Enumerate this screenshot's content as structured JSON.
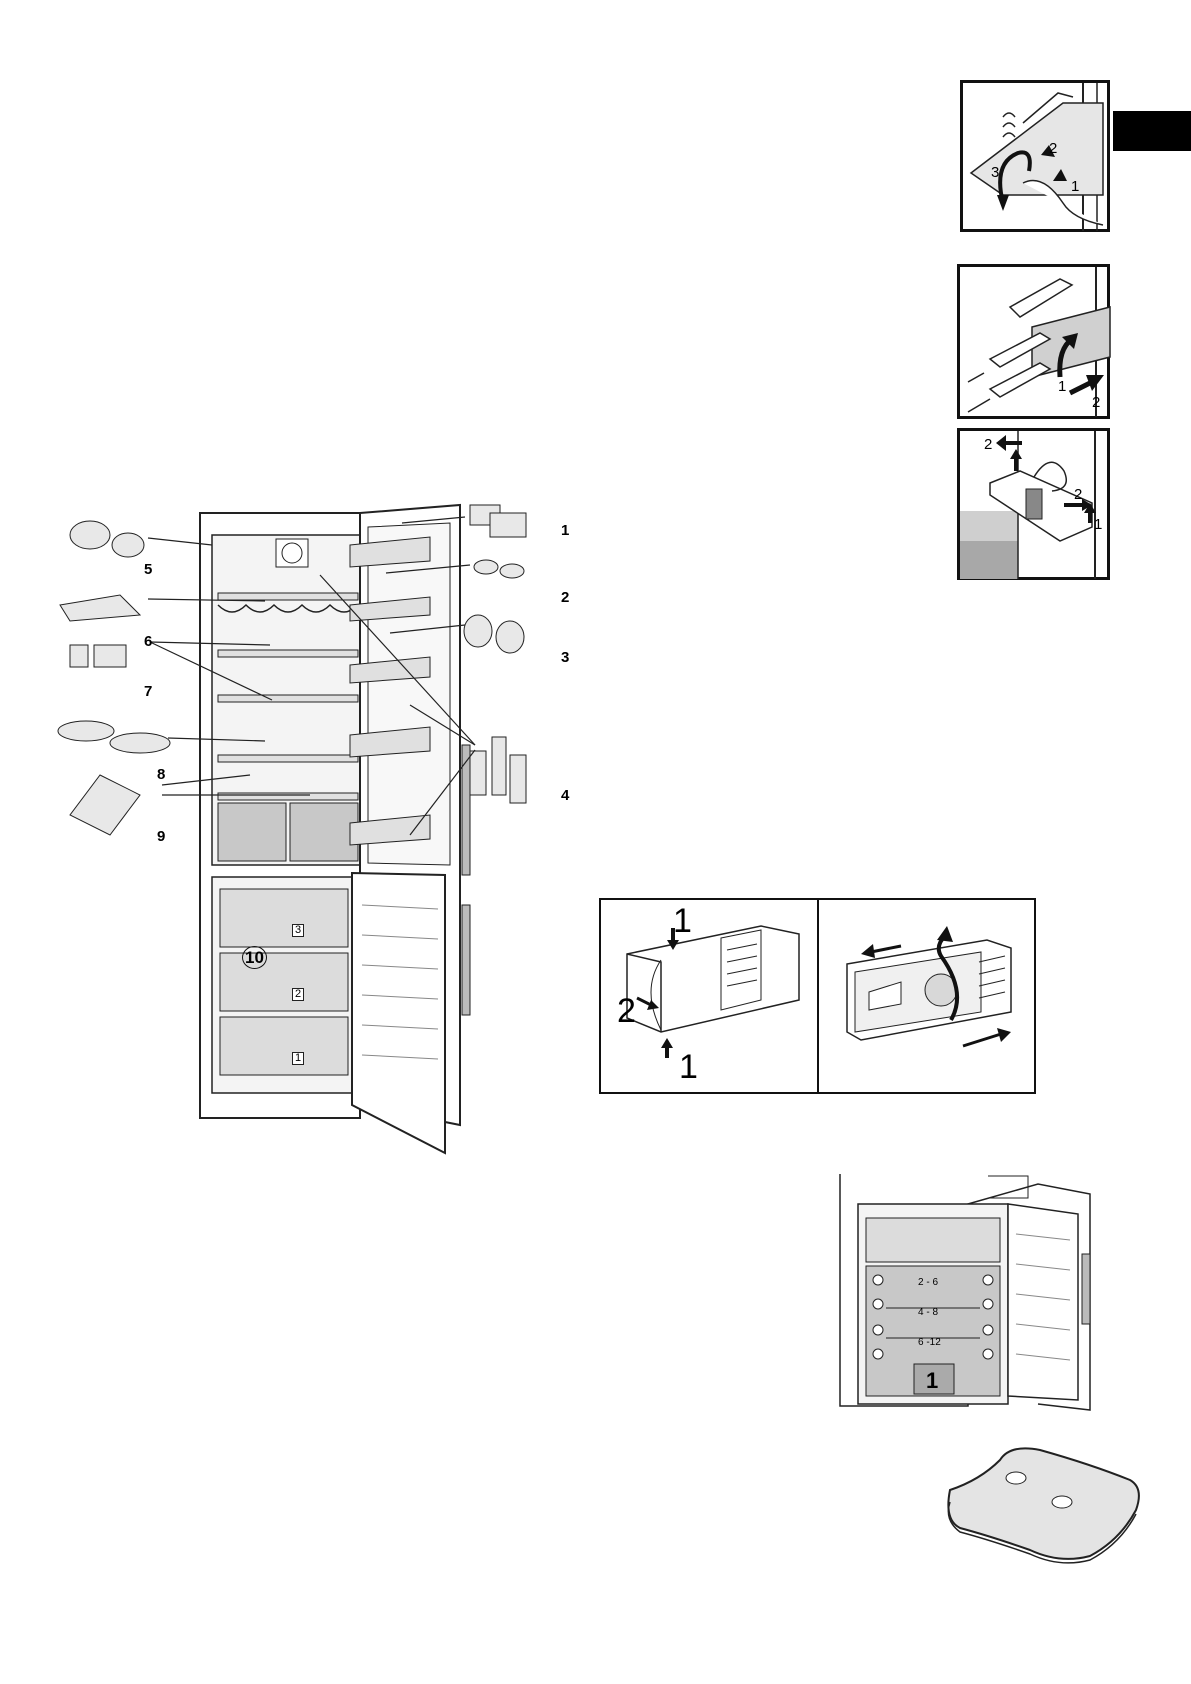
{
  "callouts": {
    "c1": "1",
    "c2": "2",
    "c3": "3",
    "c4": "4",
    "c5": "5",
    "c6": "6",
    "c7": "7",
    "c8": "8",
    "c9": "9",
    "c10": "10"
  },
  "shelf_figure": {
    "step1": "1",
    "step2": "2",
    "step3": "3"
  },
  "glass_shelf_figure": {
    "step1": "1",
    "step2": "2"
  },
  "door_rack_figure": {
    "step1": "1",
    "step2a": "2",
    "step2b": "2"
  },
  "lamp_figure": {
    "step1_top": "1",
    "step2": "2",
    "step1_bottom": "1"
  },
  "freezer_figure": {
    "zone_a": "2 - 6",
    "zone_b": "4 - 8",
    "zone_c": "6 -12",
    "drawer_number": "1"
  },
  "drawer_labels": {
    "d3": "3",
    "d2": "2",
    "d1": "1"
  },
  "icons": [
    "hand-icon",
    "arrow-icon",
    "lamp-bulb-icon",
    "ice-pack-icon",
    "food-icon"
  ]
}
